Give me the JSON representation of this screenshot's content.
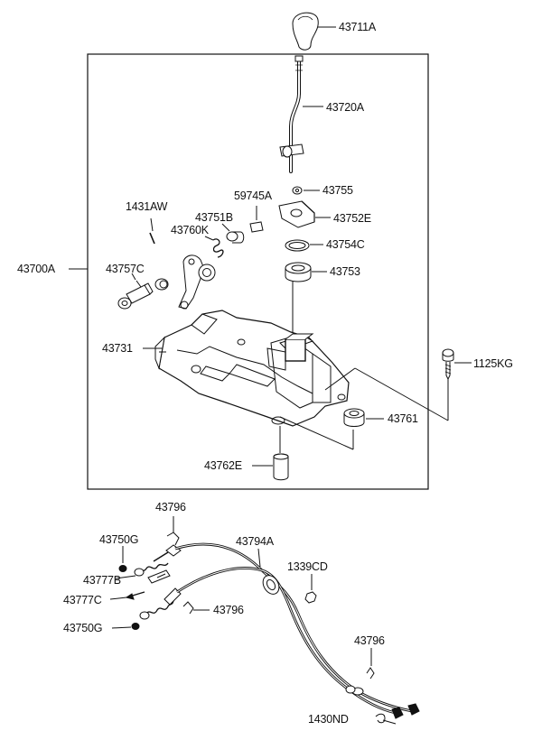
{
  "diagram": {
    "part_labels": {
      "p43711A": "43711A",
      "p43720A": "43720A",
      "p43755": "43755",
      "p59745A": "59745A",
      "p1431AW": "1431AW",
      "p43751B": "43751B",
      "p43752E": "43752E",
      "p43760K": "43760K",
      "p43754C": "43754C",
      "p43700A": "43700A",
      "p43757C": "43757C",
      "p43753": "43753",
      "p43731": "43731",
      "p1125KG": "1125KG",
      "p43761": "43761",
      "p43762E": "43762E",
      "p43796_top": "43796",
      "p43750G_top": "43750G",
      "p43794A": "43794A",
      "p43777B": "43777B",
      "p1339CD": "1339CD",
      "p43777C": "43777C",
      "p43796_mid": "43796",
      "p43750G_bot": "43750G",
      "p43796_bot": "43796",
      "p1430ND": "1430ND"
    }
  }
}
